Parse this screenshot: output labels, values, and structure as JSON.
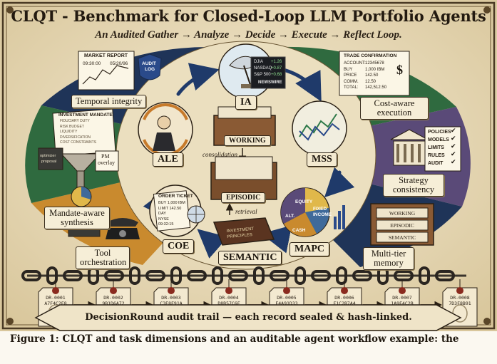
{
  "header": {
    "title": "CLQT - Benchmark for Closed-Loop LLM Portfolio Agents",
    "subtitle": "An Audited Gather → Analyze → Decide → Execute → Reflect Loop."
  },
  "cycle_nodes": [
    {
      "id": "ia",
      "label": "IA"
    },
    {
      "id": "mss",
      "label": "MSS"
    },
    {
      "id": "mapc",
      "label": "MAPC"
    },
    {
      "id": "semantic",
      "label": "SEMANTIC"
    },
    {
      "id": "coe",
      "label": "COE"
    },
    {
      "id": "ale",
      "label": "ALE"
    }
  ],
  "memory_stack": {
    "working": "WORKING",
    "episodic": "EPISODIC",
    "consolidation": "consolidation",
    "retrieval": "retrieval"
  },
  "wedges": {
    "temporal": "Temporal integrity",
    "cost": "Cost-aware execution",
    "strategy": "Strategy consistency",
    "multitier": "Multi-tier memory",
    "tool": "Tool orchestration",
    "mandate": "Mandate-aware synthesis"
  },
  "market_report": {
    "title": "MARKET REPORT",
    "time": "09:30:00",
    "date": "05/20/96"
  },
  "audit_badge": {
    "line1": "AUDIT",
    "line2": "LOG"
  },
  "newswire": {
    "rows": [
      {
        "name": "DJIA",
        "value": "+1.26"
      },
      {
        "name": "NASDAQ",
        "value": "+0.87"
      },
      {
        "name": "S&P 500",
        "value": "+0.68"
      }
    ],
    "label": "NEWSWIRE"
  },
  "trade_confirmation": {
    "title": "TRADE CONFIRMATION",
    "rows": [
      {
        "k": "ACCOUNT:",
        "v": "12345678"
      },
      {
        "k": "BUY",
        "v": "1,000 IBM"
      },
      {
        "k": "PRICE",
        "v": "142.50"
      },
      {
        "k": "COMM.",
        "v": "12.50"
      },
      {
        "k": "TOTAL:",
        "v": "142,512.50"
      }
    ],
    "currency": "$"
  },
  "policies": [
    "POLICIES",
    "MODELS",
    "LIMITS",
    "RULES",
    "AUDIT"
  ],
  "cabinet": [
    "WORKING",
    "EPISODIC",
    "SEMANTIC"
  ],
  "allocation_pie": [
    "EQUITY",
    "FIXED INCOME",
    "CASH",
    "ALT."
  ],
  "investment_mandate": {
    "title": "INVESTMENT MANDATE",
    "lines": [
      "FIDUCIARY DUTY",
      "RISK BUDGET",
      "LIQUIDITY",
      "DIVERSIFICATION",
      "COST CONSTRAINTS"
    ]
  },
  "pm_overlay": {
    "line1": "PM",
    "line2": "overlay"
  },
  "optimizer": {
    "line1": "optimizer",
    "line2": "proposal"
  },
  "order_ticket": {
    "title": "ORDER TICKET",
    "lines": [
      "BUY    1,000 IBM",
      "LIMIT   142.50",
      "DAY",
      "NYSE",
      "09:32:15"
    ]
  },
  "semantic_book": "INVESTMENT PRINCIPLES",
  "audit_trail": {
    "records": [
      {
        "id": "DR-0001",
        "hash": "A7F4C2E8"
      },
      {
        "id": "DR-0002",
        "hash": "9B1D6A72"
      },
      {
        "id": "DR-0003",
        "hash": "C3E8F91A"
      },
      {
        "id": "DR-0004",
        "hash": "D8B57C6F"
      },
      {
        "id": "DR-0005",
        "hash": "E4A91D33"
      },
      {
        "id": "DR-0006",
        "hash": "F1C2B7A4"
      },
      {
        "id": "DR-0007",
        "hash": "1A9E4C2B"
      },
      {
        "id": "DR-0008",
        "hash": "7D3F8B91"
      }
    ],
    "banner": "DecisionRound audit trail — each record sealed & hash-linked."
  },
  "caption": "Figure 1: CLQT and task dimensions and an auditable agent workflow example: the",
  "colors": {
    "navy": "#1f3458",
    "green": "#2f6a3f",
    "purple": "#5a4a78",
    "orange": "#c98a2e",
    "parchment": "#efe4c8",
    "ink": "#231a10"
  }
}
